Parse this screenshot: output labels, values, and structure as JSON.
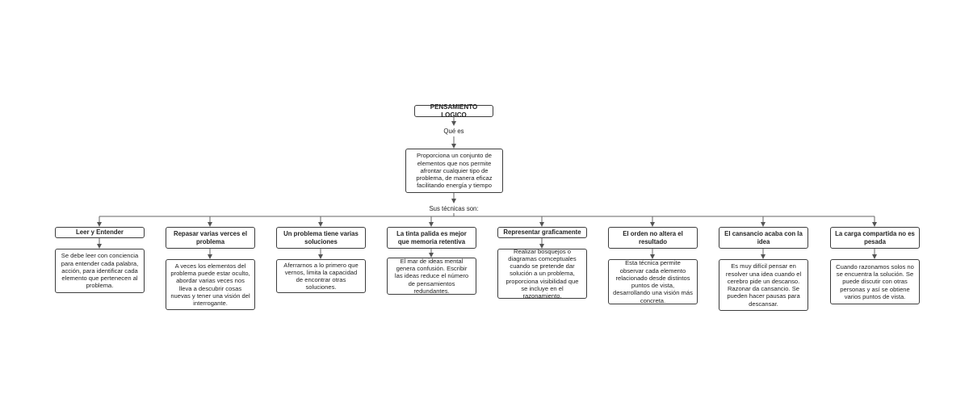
{
  "root": {
    "title": "PENSAMIENTO LOGICO",
    "connector_what": "Qué es",
    "definition": "Proporciona un conjunto de elementos que nos permite afrontar cualquier tipo de problema, de manera eficaz facilitando energía y tiempo",
    "connector_techniques": "Sus técnicas son:"
  },
  "techniques": [
    {
      "title": "Leer y Entender",
      "description": "Se debe leer con conciencia para entender cada palabra, acción, para identificar cada elemento que pertenecen al problema."
    },
    {
      "title": "Repasar varias verces el problema",
      "description": "A veces los elementos del problema puede estar oculto, abordar varias veces nos lleva a descubrir cosas nuevas y tener una visión del interrogante."
    },
    {
      "title": "Un problema tiene varias soluciones",
      "description": "Aferrarnos a lo primero que vernos, limita la capacidad de encontrar otras soluciones."
    },
    {
      "title": "La tinta palida es mejor que memoria retentiva",
      "description": "El mar de ideas mental genera confusión. Escribir las ideas reduce el número de pensamientos redundantes."
    },
    {
      "title": "Representar graficamente",
      "description": "Realizar bosquejos o diagramas comceptuales cuando se pretende dar solución a un problema, proporciona visibilidad que se incluye en el razonamiento."
    },
    {
      "title": "El orden no altera el resultado",
      "description": "Esta técnica permite observar cada elemento relacionado desde distintos puntos de vista, desarrollando una visión más concreta."
    },
    {
      "title": "El cansancio acaba con la idea",
      "description": "Es muy difícil pensar en resolver una idea cuando el cerebro pide un descanso. Razonar da cansancio. Se pueden hacer pausas para descansar."
    },
    {
      "title": "La carga compartida no es pesada",
      "description": "Cuando razonamos solos no se encuentra la solución. Se puede discutir con otras personas y así se obtiene varios puntos de vista."
    }
  ]
}
